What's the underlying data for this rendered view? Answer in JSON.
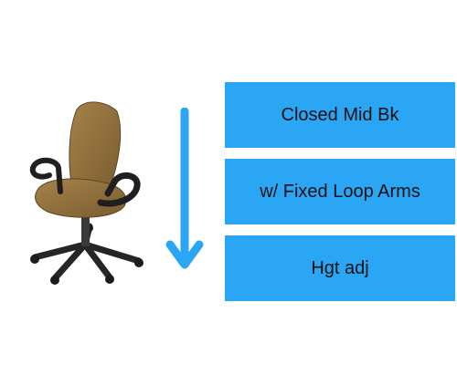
{
  "colors": {
    "box_fill": "#2aa6f5",
    "arrow": "#2aa6f5",
    "chair_fabric": "#8a6a3a",
    "chair_frame": "#2a2a2a"
  },
  "images": {
    "chair_icon": "office-chair"
  },
  "arrow_icon": "arrow-down",
  "features": [
    {
      "label": "Closed Mid Bk"
    },
    {
      "label": "w/ Fixed Loop Arms"
    },
    {
      "label": "Hgt adj"
    }
  ]
}
